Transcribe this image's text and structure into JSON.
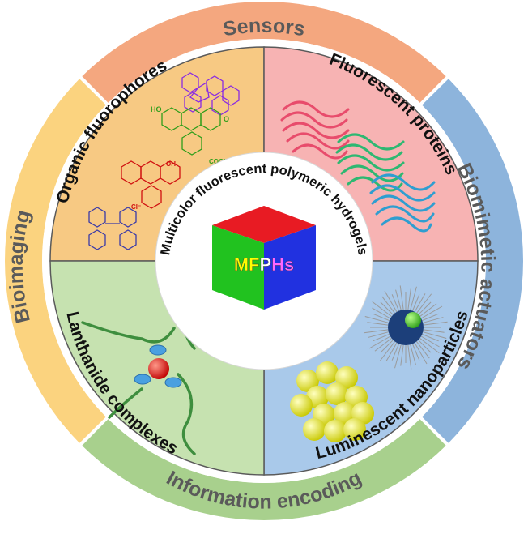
{
  "outer_ring": [
    {
      "label": "Sensors",
      "color": "#F4A77F"
    },
    {
      "label": "Biomimetic actuators",
      "color": "#8DB4DC"
    },
    {
      "label": "Information encoding",
      "color": "#A8D08D"
    },
    {
      "label": "Bioimaging",
      "color": "#FBD37F"
    }
  ],
  "quadrants": [
    {
      "label": "Organic fluorophores",
      "color": "#F7C983"
    },
    {
      "label": "Fluorescent proteins",
      "color": "#F7B3B3"
    },
    {
      "label": "Luminescent nanoparticles",
      "color": "#A9C9EA"
    },
    {
      "label": "Lanthanide complexes",
      "color": "#C6E2B0"
    }
  ],
  "center": {
    "ring_text": "Multicolor fluorescent polymeric hydrogels",
    "badge": [
      "M",
      "F",
      "P",
      "H",
      "s"
    ],
    "badge_colors": [
      "#FFFF00",
      "#FFFF00",
      "#FFFFFF",
      "#FF66FF",
      "#FF66FF"
    ]
  },
  "colors": {
    "quadrant_border": "#5A5A5A",
    "cube_red": "#E81B23",
    "cube_green": "#21C21F",
    "cube_blue": "#2131E0"
  }
}
